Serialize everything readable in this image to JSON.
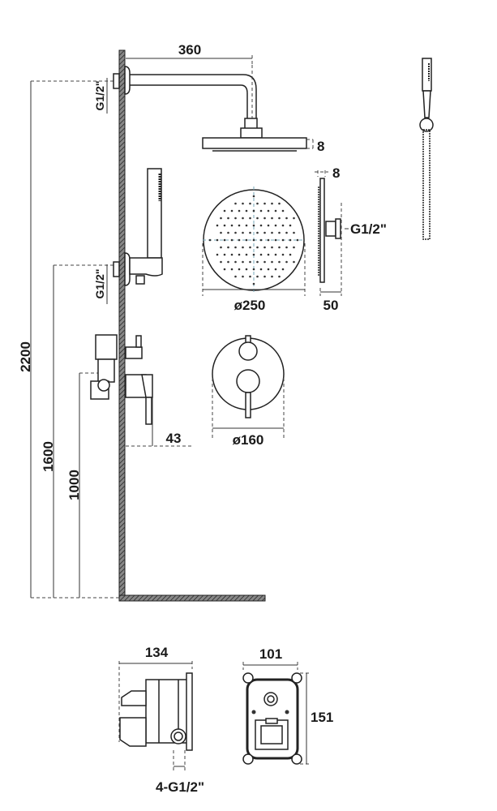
{
  "dimensions": {
    "arm_length": "360",
    "head_thickness": "8",
    "head_side_thickness": "8",
    "head_connection": "G1/2\"",
    "head_diameter": "ø250",
    "head_depth": "50",
    "arm_inlet": "G1/2\"",
    "handshower_inlet": "G1/2\"",
    "total_height": "2200",
    "handshower_height": "1600",
    "valve_height": "1000",
    "valve_projection": "43",
    "plate_diameter": "ø160",
    "box_depth": "134",
    "box_width": "101",
    "box_height": "151",
    "box_connections": "4-G1/2\""
  }
}
